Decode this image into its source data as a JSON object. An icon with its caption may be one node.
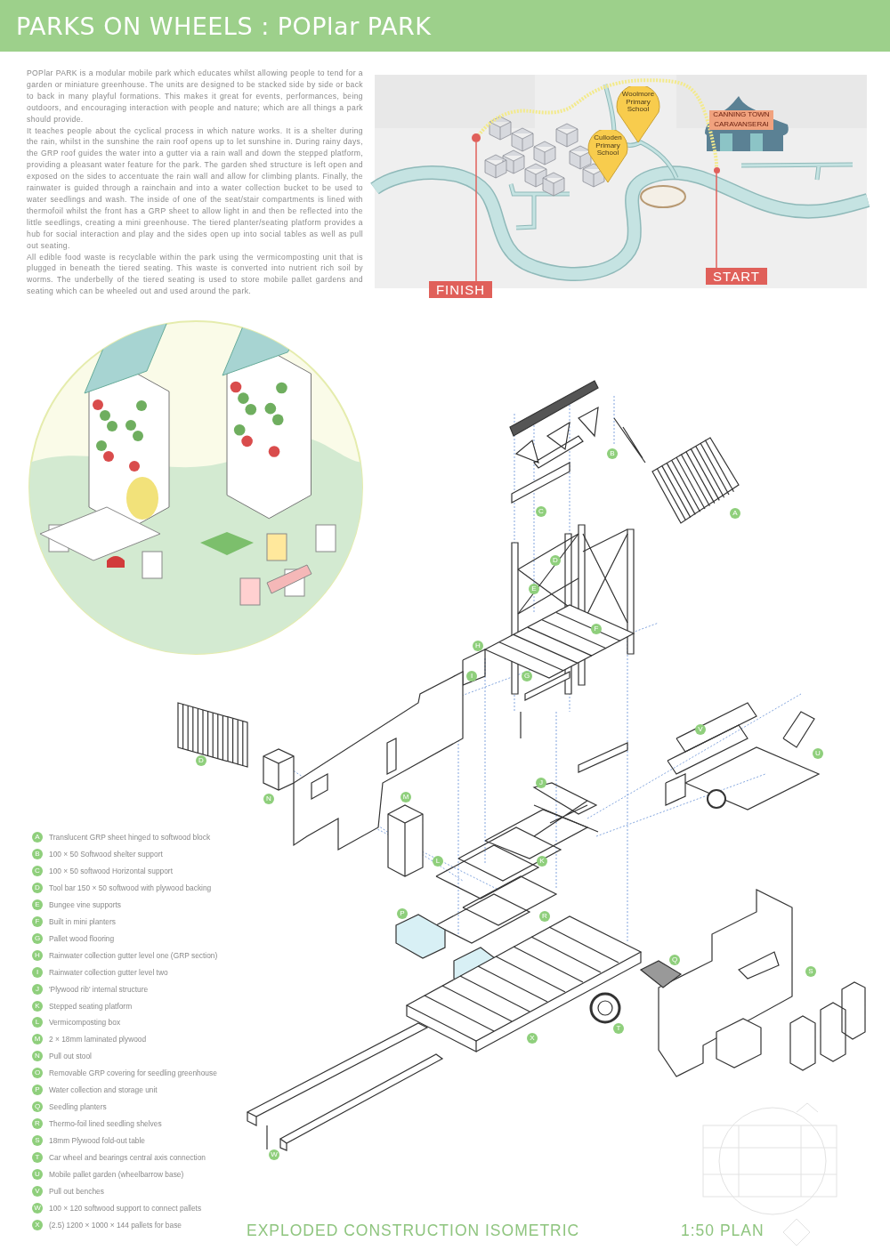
{
  "diagram": {
    "title": "PARKS ON WHEELS : POPlar PARK",
    "nodes": [
      {
        "text": [
          "FINISH"
        ]
      },
      {
        "text": [
          "START"
        ]
      },
      {
        "text": [],
        "shape": "circle"
      },
      {
        "text": [],
        "shape": "circle"
      },
      {
        "text": [
          "Woolmore Primary School"
        ]
      },
      {
        "text": [
          "Culloden Primary School"
        ]
      },
      {
        "text": [
          "CANNING TOWN CARAVANSERAI"
        ]
      },
      {
        "text": [
          "A"
        ],
        "beside": [
          "Translucent GRP sheet hinged to softwood block"
        ]
      },
      {
        "text": [
          "B"
        ],
        "beside": [
          "100 × 50 Softwood shelter support"
        ]
      },
      {
        "text": [
          "C"
        ],
        "beside": [
          "100 × 50 softwood Horizontal support"
        ]
      },
      {
        "text": [
          "D"
        ],
        "beside": [
          "Tool bar 150 × 50 softwood with plywood backing"
        ]
      },
      {
        "text": [
          "E"
        ],
        "beside": [
          "Bungee vine supports"
        ]
      },
      {
        "text": [
          "F"
        ],
        "beside": [
          "Built in mini planters"
        ]
      },
      {
        "text": [
          "G"
        ],
        "beside": [
          "Pallet wood flooring"
        ]
      },
      {
        "text": [
          "H"
        ],
        "beside": [
          "Rainwater collection gutter level one (GRP section)"
        ]
      },
      {
        "text": [
          "I"
        ],
        "beside": [
          "Rainwater collection gutter level two"
        ]
      },
      {
        "text": [
          "J"
        ],
        "beside": [
          "'Plywood rib' internal structure"
        ]
      },
      {
        "text": [
          "K"
        ],
        "beside": [
          "Stepped seating platform"
        ]
      },
      {
        "text": [
          "L"
        ],
        "beside": [
          "Vermicomposting box"
        ]
      },
      {
        "text": [
          "M"
        ],
        "beside": [
          "2 × 18mm laminated plywood"
        ]
      },
      {
        "text": [
          "N"
        ],
        "beside": [
          "Pull out stool"
        ]
      },
      {
        "text": [
          "O"
        ],
        "beside": [
          "Removable GRP covering for seedling greenhouse"
        ]
      },
      {
        "text": [
          "P"
        ],
        "beside": [
          "Water collection and storage unit"
        ]
      },
      {
        "text": [
          "Q"
        ],
        "beside": [
          "Seedling planters"
        ]
      },
      {
        "text": [
          "R"
        ],
        "beside": [
          "Thermo-foil lined seedling shelves"
        ]
      },
      {
        "text": [
          "S"
        ],
        "beside": [
          "18mm Plywood fold-out table"
        ]
      },
      {
        "text": [
          "T"
        ],
        "beside": [
          "Car wheel and bearings central axis connection"
        ]
      },
      {
        "text": [
          "U"
        ],
        "beside": [
          "Mobile pallet garden (wheelbarrow base)"
        ]
      },
      {
        "text": [
          "V"
        ],
        "beside": [
          "Pull out benches"
        ]
      },
      {
        "text": [
          "W"
        ],
        "beside": [
          "100 × 120 softwood support to connect pallets"
        ]
      },
      {
        "text": [
          "X"
        ],
        "beside": [
          "(2.5) 1200 × 1000 × 144 pallets for base"
        ]
      },
      {
        "text": [
          "B"
        ]
      },
      {
        "text": [
          "C"
        ]
      },
      {
        "text": [
          "A"
        ]
      },
      {
        "text": [
          "D"
        ]
      },
      {
        "text": [
          "E"
        ]
      },
      {
        "text": [
          "F"
        ]
      },
      {
        "text": [
          "H"
        ]
      },
      {
        "text": [
          "I"
        ]
      },
      {
        "text": [
          "G"
        ]
      },
      {
        "text": [
          "V"
        ]
      },
      {
        "text": [
          "U"
        ]
      },
      {
        "text": [
          "D"
        ]
      },
      {
        "text": [
          "J"
        ]
      },
      {
        "text": [
          "M"
        ]
      },
      {
        "text": [
          "N"
        ]
      },
      {
        "text": [
          "L"
        ]
      },
      {
        "text": [
          "K"
        ]
      },
      {
        "text": [
          "P"
        ]
      },
      {
        "text": [
          "R"
        ]
      },
      {
        "text": [
          "Q"
        ]
      },
      {
        "text": [
          "S"
        ]
      },
      {
        "text": [
          "T"
        ]
      },
      {
        "text": [
          "X"
        ]
      },
      {
        "text": [
          "W"
        ]
      }
    ],
    "edges": [
      {
        "from": 0,
        "to": 2,
        "arrow": "none",
        "color": "#e0605a"
      },
      {
        "from": 1,
        "to": 3,
        "arrow": "none",
        "color": "#e0605a"
      },
      {
        "from": 3,
        "to": 2,
        "arrow": "none",
        "style": "dashed",
        "color": "#f3ea8c"
      }
    ],
    "labels": [
      "POPlar PARK is a modular mobile park which educates whilst allowing people to tend for a garden or miniature greenhouse. The units are designed to be stacked side by side or back to back in many playful formations. This makes it great for events, performances, being outdoors, and encouraging interaction with people and nature; which are all things a park should provide.",
      "It teaches people about the cyclical process in which nature works. It is a shelter during the rain, whilst in the sunshine the rain roof opens up to let sunshine in. During rainy days, the GRP roof guides the water into a gutter via a rain wall and down the stepped platform, providing a pleasant water feature for the park. The garden shed structure is left open and exposed on the sides to accentuate the rain wall and allow for climbing plants. Finally, the rainwater is guided through a rainchain and into a water collection bucket to be used to water seedlings and wash. The inside of one of the seat/stair compartments is lined with thermofoil whilst the front has a GRP sheet to allow light in and then be reflected into the little seedlings, creating a mini greenhouse. The tiered planter/seating platform provides a hub for social interaction and play and the sides open up into social tables as well as pull out seating.",
      "All edible food waste is recyclable within the park using the vermicomposting unit that is plugged in beneath the tiered seating. This waste is converted into nutrient rich soil by worms. The underbelly of the tiered seating is used to store mobile pallet gardens and seating which can be wheeled out and used around the park.",
      "EXPLODED CONSTRUCTION ISOMETRIC",
      "1:50 PLAN"
    ]
  }
}
